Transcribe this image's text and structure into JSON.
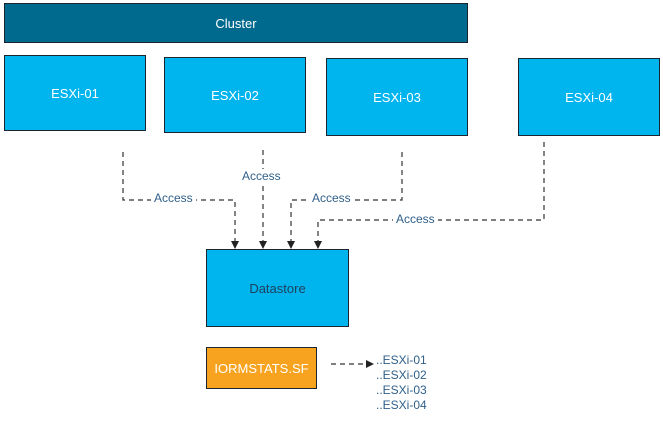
{
  "cluster": {
    "label": "Cluster"
  },
  "hosts": [
    {
      "label": "ESXi-01"
    },
    {
      "label": "ESXi-02"
    },
    {
      "label": "ESXi-03"
    },
    {
      "label": "ESXi-04"
    }
  ],
  "access_labels": [
    "Access",
    "Access",
    "Access",
    "Access"
  ],
  "datastore": {
    "label": "Datastore"
  },
  "iorm_file": {
    "label": "IORMSTATS.SF"
  },
  "file_entries": [
    "..ESXi-01",
    "..ESXi-02",
    "..ESXi-03",
    "..ESXi-04"
  ],
  "colors": {
    "cluster": "#006a8e",
    "host": "#00b4ee",
    "datastore": "#00b4ee",
    "iorm_file": "#f7a320",
    "label_text": "#2f5f8a",
    "connector": "#333333"
  }
}
